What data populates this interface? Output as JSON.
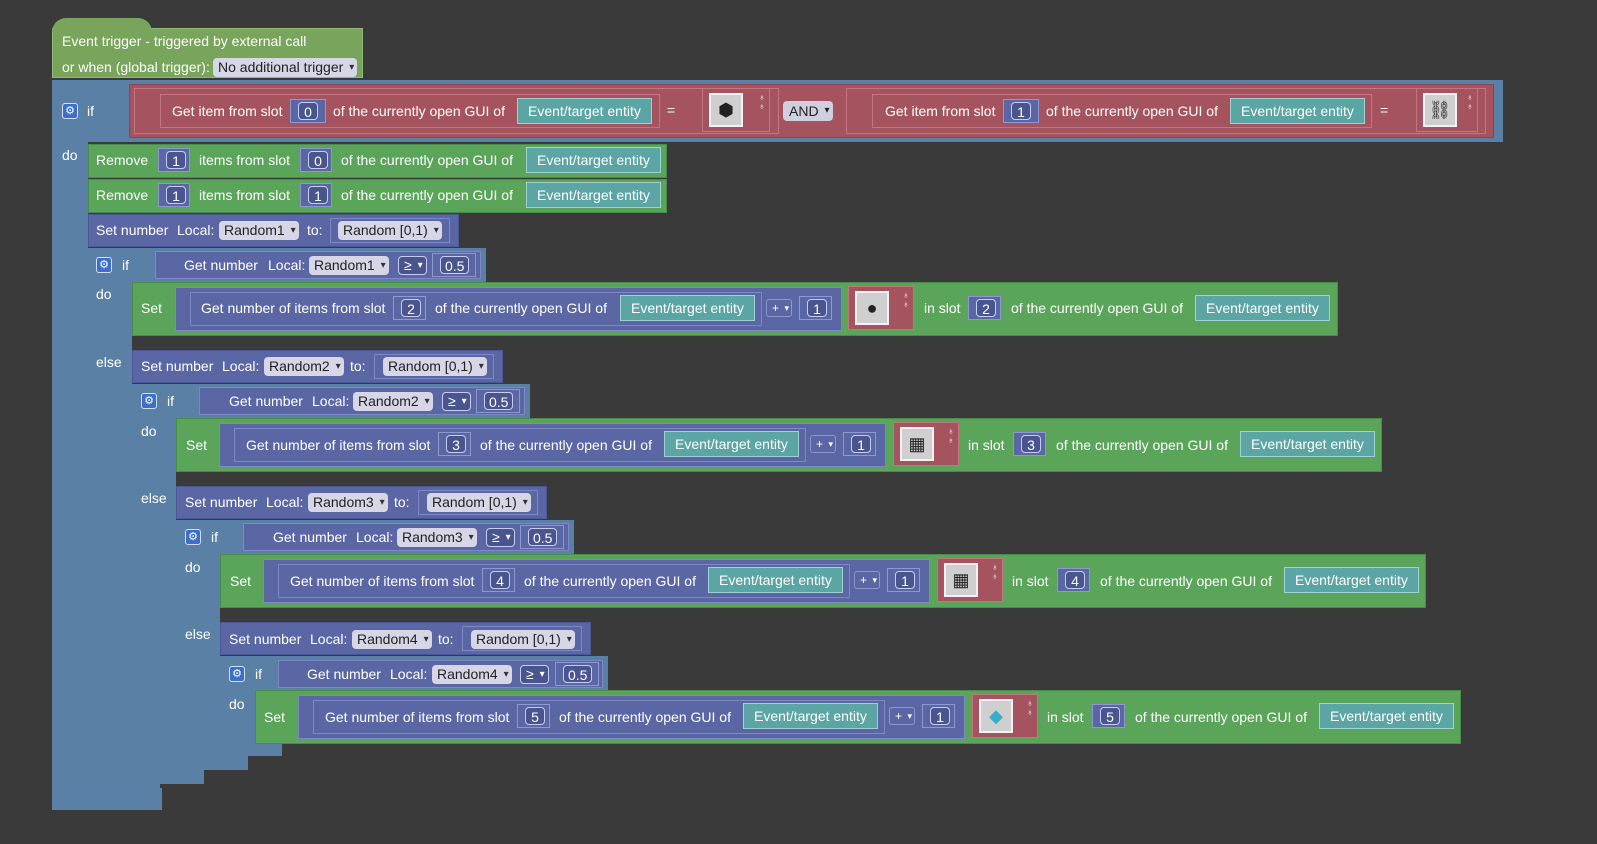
{
  "event": {
    "title": "Event trigger - triggered by external call",
    "global_label": "or when (global trigger):",
    "global_value": "No additional trigger"
  },
  "keywords": {
    "if": "if",
    "do": "do",
    "else": "else",
    "and": "AND",
    "equals": "=",
    "remove": "Remove",
    "items_from_slot": "items from slot",
    "set": "Set",
    "set_number": "Set number",
    "get_number": "Get number",
    "local": "Local:",
    "to": "to:",
    "random": "Random [0,1)",
    "gte": "≥",
    "plus": "+",
    "in_slot": "in slot",
    "get_item_from_slot": "Get item from slot",
    "get_number_items": "Get number of items from slot",
    "gui_of": "of the currently open GUI of",
    "entity": "Event/target entity"
  },
  "condition": {
    "left_slot": "0",
    "right_slot": "1",
    "left_item_icon": "gravel-icon",
    "right_item_icon": "chain-icon"
  },
  "removes": [
    {
      "count": "1",
      "slot": "0"
    },
    {
      "count": "1",
      "slot": "1"
    }
  ],
  "branches": [
    {
      "var": "Random1",
      "threshold": "0.5",
      "slot": "2",
      "add": "1",
      "item_icon": "coal-icon"
    },
    {
      "var": "Random2",
      "threshold": "0.5",
      "slot": "3",
      "add": "1",
      "item_icon": "iron-ore-icon"
    },
    {
      "var": "Random3",
      "threshold": "0.5",
      "slot": "4",
      "add": "1",
      "item_icon": "gold-ore-icon"
    },
    {
      "var": "Random4",
      "threshold": "0.5",
      "slot": "5",
      "add": "1",
      "item_icon": "diamond-icon"
    }
  ],
  "colors": {
    "background": "#3a3a3a",
    "control": "#5b80a5",
    "action": "#5ba55b",
    "logic": "#a5545f",
    "math": "#5b67a5",
    "entity": "#5ba5a5"
  }
}
